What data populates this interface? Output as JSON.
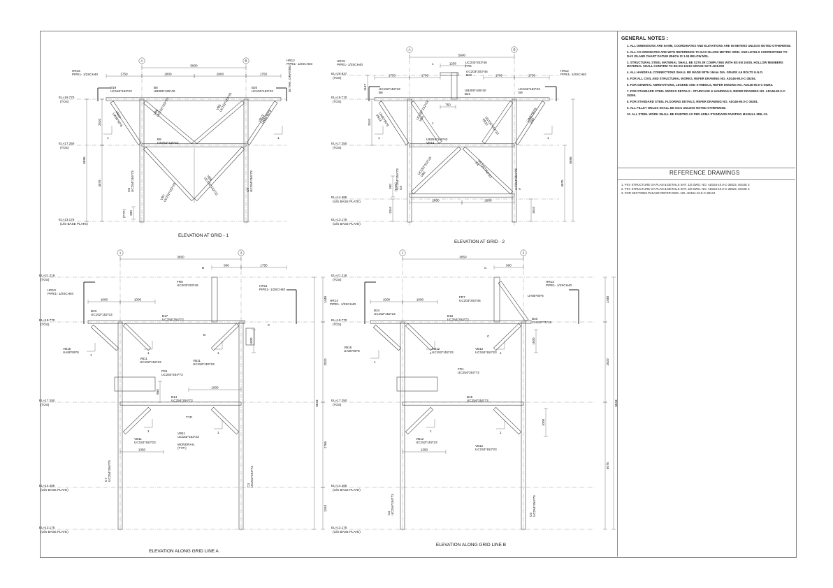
{
  "general_notes": {
    "title": "GENERAL NOTES :",
    "items": [
      "1. ALL DIMENSIONS ARE IN MM, COORDINATES AND ELEVATIONS ARE IN METERS UNLESS NOTED OTHERWISE.",
      "2. ALL CO-ORDINATES ARE WITH REFERENCE TO DAS ISLAND METRIC GRID. AND LEVELS CORRESPOND TO DAS ISLAND CHART DATUM WHICH IS 1.04 BELOW MSL.",
      "3. STRUCTURAL STEEL MATERIAL SHALL BE S275 JR COMPLYING WITH BS EN 10025. HOLLOW MEMBERS MATERIAL SHALL CONFIRM TO BS EN 10210 GRADE S275 J2H/J0H",
      "4. ALL HANDRAIL CONNECTIONS SHALL BE MADE WITH 16mm DIA. GRADE 4.6 BOLTS U.N.O.",
      "5. FOR ALL CIVIL AND STRUCTURAL WORKS, REFER DRAWING NO. AD146-90.0-C-35254.",
      "6. FOR GENERAL ABREVATIONS, LEGEND AND SYMBOLS, REFER DWGING NO. AD146-90.0-C-35263.",
      "7. FOR STANDARD STEEL WORKS DETAILS - STAIRCASE & HANDRAILS, REFER DRAWING NO. AD146-90.0-C-35259.",
      "8. FOR STANDARD STEEL FLOORING DETAILS, REFER DRAWING NO. AD146-90.0-C-35281.",
      "9. ALL FILLET WELDS SHALL BE 6mm UNLESS NOTED OTHERWISE.",
      "10. ALL STEEL WORK SHALL BE PAINTED AS PER ADMA STANDARD PAINTING MANUAL MNL-01."
    ]
  },
  "reference_drawings": {
    "title": "REFERENCE DRAWINGS",
    "items": [
      "1. PSV STRUCTURE GA PLAN & DETAILS SHT. 1/2  DWG. NO. AD154-10.0-C-35023, ISSUE 3",
      "2. PSV STRUCTURE GA PLAN & DETAILS SHT. 2/2  DWG. NO. AD154-10.0-C-35023, ISSUE 3",
      "3. FOR SECTIONS PLEASE REFER DWG. NO. AD154-10.0-C-38144"
    ]
  },
  "views": {
    "grid1": {
      "caption": "ELEVATION AT GRID - 1",
      "grids": [
        "A",
        "B"
      ],
      "dims_top": [
        "5600",
        "1750",
        "2800",
        "2800",
        "1750"
      ],
      "dims_side": [
        "2520",
        "4075",
        "6595",
        "300",
        "(TYP.)"
      ],
      "levels": [
        "EL+19.770",
        "(TOS)",
        "EL+17.250",
        "(TOS)",
        "EL+13.175",
        "(U/S BASE PLATE)"
      ],
      "members": [
        "HR15",
        "PIPE1- 1/2SCH40",
        "HR12",
        "PIPE1- 1/2SCH40",
        "B19",
        "UC152*152*23",
        "B8",
        "UB305*165*40",
        "B20",
        "UC152*152*23",
        "B9",
        "UB254*146*43",
        "VB14",
        "UA80*80*8",
        "VB13",
        "UA80*80*8",
        "VB6",
        "UC152*152*23",
        "VB5",
        "UC152*152*23",
        "C8",
        "UC254*254*73",
        "C9",
        "UC254*254*73",
        "VB7",
        "UC152*152*23",
        "VB8",
        "UC152*152*23",
        "30 THK. GRATING",
        "1"
      ]
    },
    "grid2": {
      "caption": "ELEVATION AT GRID - 2",
      "grids": [
        "A",
        "B"
      ],
      "dims_top": [
        "5600",
        "1250",
        "1750",
        "1700",
        "1700",
        "1750",
        "750"
      ],
      "dims_side": [
        "1167",
        "2520",
        "6595",
        "4075",
        "300",
        "(TYP.)",
        "1310",
        "2800",
        "2800",
        "1610"
      ],
      "levels": [
        "EL+20.937",
        "(TOS)",
        "EL+19.770",
        "(TOS)",
        "EL+17.250",
        "(TOS)",
        "EL+14.485",
        "(U/S BASE PLATE)",
        "EL+13.175",
        "(U/S BASE PLATE)"
      ],
      "members": [
        "HR15",
        "PIPE1- 1/2SCH40",
        "HR12",
        "PIPE1- 1/2SCH40",
        "UC203*203*46",
        "FR5",
        "UC203*203*46",
        "B22",
        "UC152*152*23",
        "B8",
        "UB305*165*40",
        "B21",
        "UC152*152*23",
        "B9",
        "UB254*146*43",
        "VB14",
        "UA80*80*8",
        "VB13",
        "UA80*80*8",
        "VB9",
        "UC152*152*23",
        "VB4",
        "UC152*152*23",
        "VB10",
        "UC152*152*23",
        "VB3",
        "UC152*152*23",
        "C4",
        "UC254*254*73",
        "C5",
        "UC254*254*73",
        "A",
        "1"
      ]
    },
    "gridA": {
      "caption": "ELEVATION ALONG GRID LINE A",
      "grids": [
        "1",
        "2"
      ],
      "dims_top": [
        "3650",
        "900",
        "1750",
        "1000",
        "1000"
      ],
      "dims_side": [
        "1448",
        "2520",
        "6843",
        "2765",
        "1310",
        "1000",
        "665",
        "1350",
        "1000"
      ],
      "levels": [
        "EL+21.218",
        "(TOS)",
        "EL+19.770",
        "(TOS)",
        "EL+17.250",
        "(TOS)",
        "EL+14.485",
        "(U/S BASE PLATE)",
        "EL+13.175",
        "(U/S BASE PLATE)"
      ],
      "members": [
        "HR10",
        "PIPE1- 1/2SCH40",
        "HR11",
        "PIPE1- 1/2SCH40",
        "FR6",
        "UC203*203*46",
        "B23",
        "UC152*152*23",
        "B17",
        "UC254*254*73",
        "VB15",
        "UA80*80*8",
        "VB11",
        "UC152*152*23",
        "VB11",
        "UC152*152*23",
        "FR1",
        "UC254*254*73",
        "B14",
        "UC254*254*73",
        "VB11",
        "UC152*152*23",
        "VB11",
        "UC152*152*23",
        "MONORAIL",
        "(TYP.)",
        "TYP.",
        "C7",
        "UC254*254*73",
        "C4",
        "UC254*254*73",
        "B",
        "C",
        "1"
      ]
    },
    "gridB": {
      "caption": "ELEVATION ALONG GRID LINE B",
      "grids": [
        "1",
        "2"
      ],
      "dims_top": [
        "3650",
        "900",
        "1000",
        "1000"
      ],
      "dims_side": [
        "1448",
        "2520",
        "6843",
        "4075",
        "1000",
        "1350",
        "1000"
      ],
      "levels": [
        "EL+21.218",
        "(TOS)",
        "EL+19.770",
        "(TOS)",
        "EL+17.250",
        "(TOS)",
        "EL+14.485",
        "(U/S BASE PLATE)",
        "EL+13.175",
        "(U/S BASE PLATE)"
      ],
      "members": [
        "HR14",
        "PIPE1- 1/2SCH40",
        "HR13",
        "PIPE1- 1/2SCH40",
        "FR7",
        "UC203*203*46",
        "UA80*80*8",
        "B24",
        "UC152*152*23",
        "B18",
        "UC254*254*73",
        "B40",
        "CH150*75*18",
        "VB16",
        "UA80*80*8",
        "VB12",
        "UC152*152*23",
        "VB12",
        "UC152*152*23",
        "FR1",
        "UC254*254*73",
        "B15",
        "UC254*254*73",
        "VB12",
        "UC152*152*23",
        "VB12",
        "UC152*152*23",
        "C5",
        "UC254*254*73",
        "C3",
        "UC254*254*73",
        "C",
        "1"
      ]
    }
  }
}
